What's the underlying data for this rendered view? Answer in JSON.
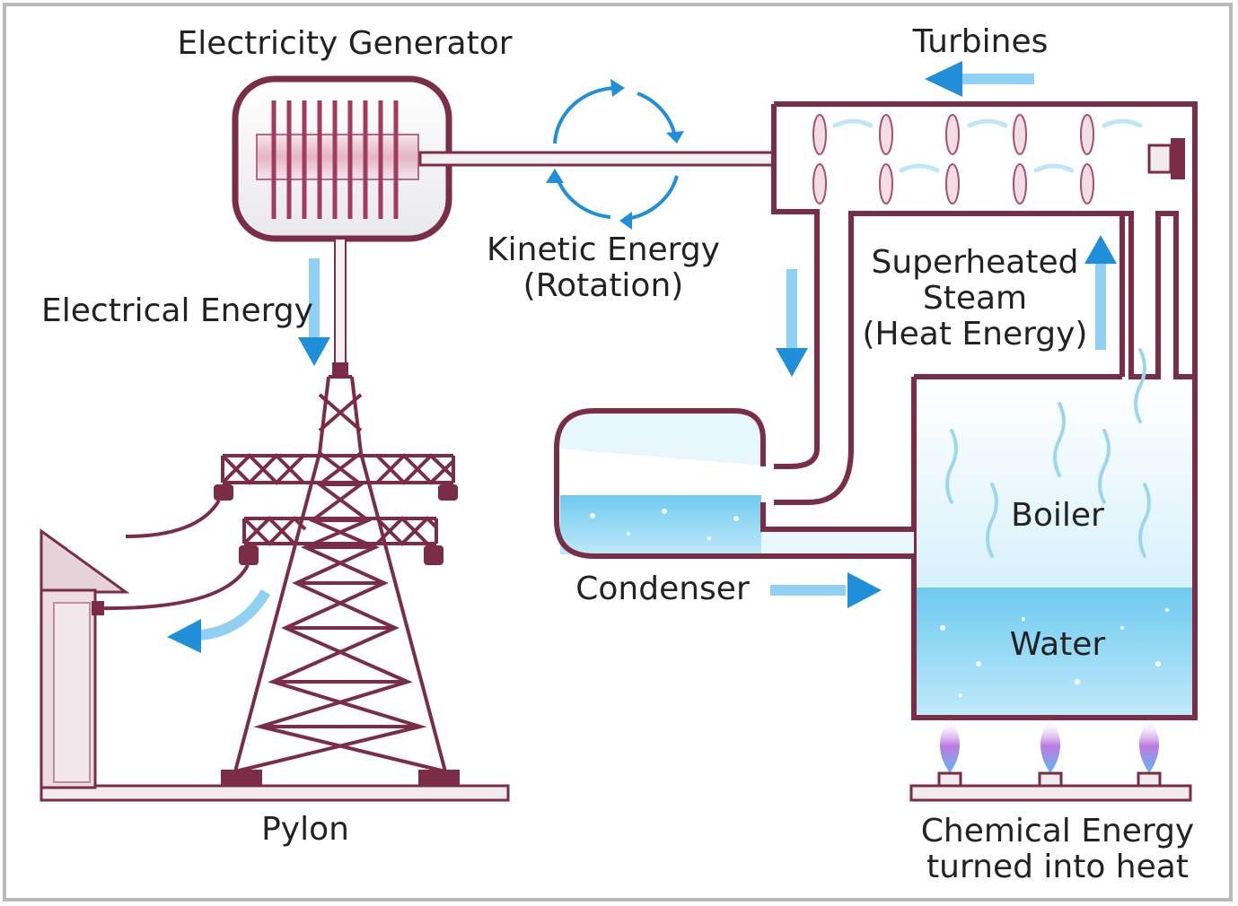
{
  "labels": {
    "generator": "Electricity Generator",
    "turbines": "Turbines",
    "kinetic_line1": "Kinetic Energy",
    "kinetic_line2": "(Rotation)",
    "electrical": "Electrical Energy",
    "steam_line1": "Superheated",
    "steam_line2": "Steam",
    "steam_line3": "(Heat Energy)",
    "boiler": "Boiler",
    "water": "Water",
    "condenser": "Condenser",
    "pylon": "Pylon",
    "chemical_line1": "Chemical Energy",
    "chemical_line2": "turned into heat"
  },
  "colors": {
    "outline": "#7b2d45",
    "arrow": "#1e8fd8",
    "water": "#7fd0f0",
    "steam_fill": "#e6f6fd",
    "flame": "#b06cd8"
  }
}
